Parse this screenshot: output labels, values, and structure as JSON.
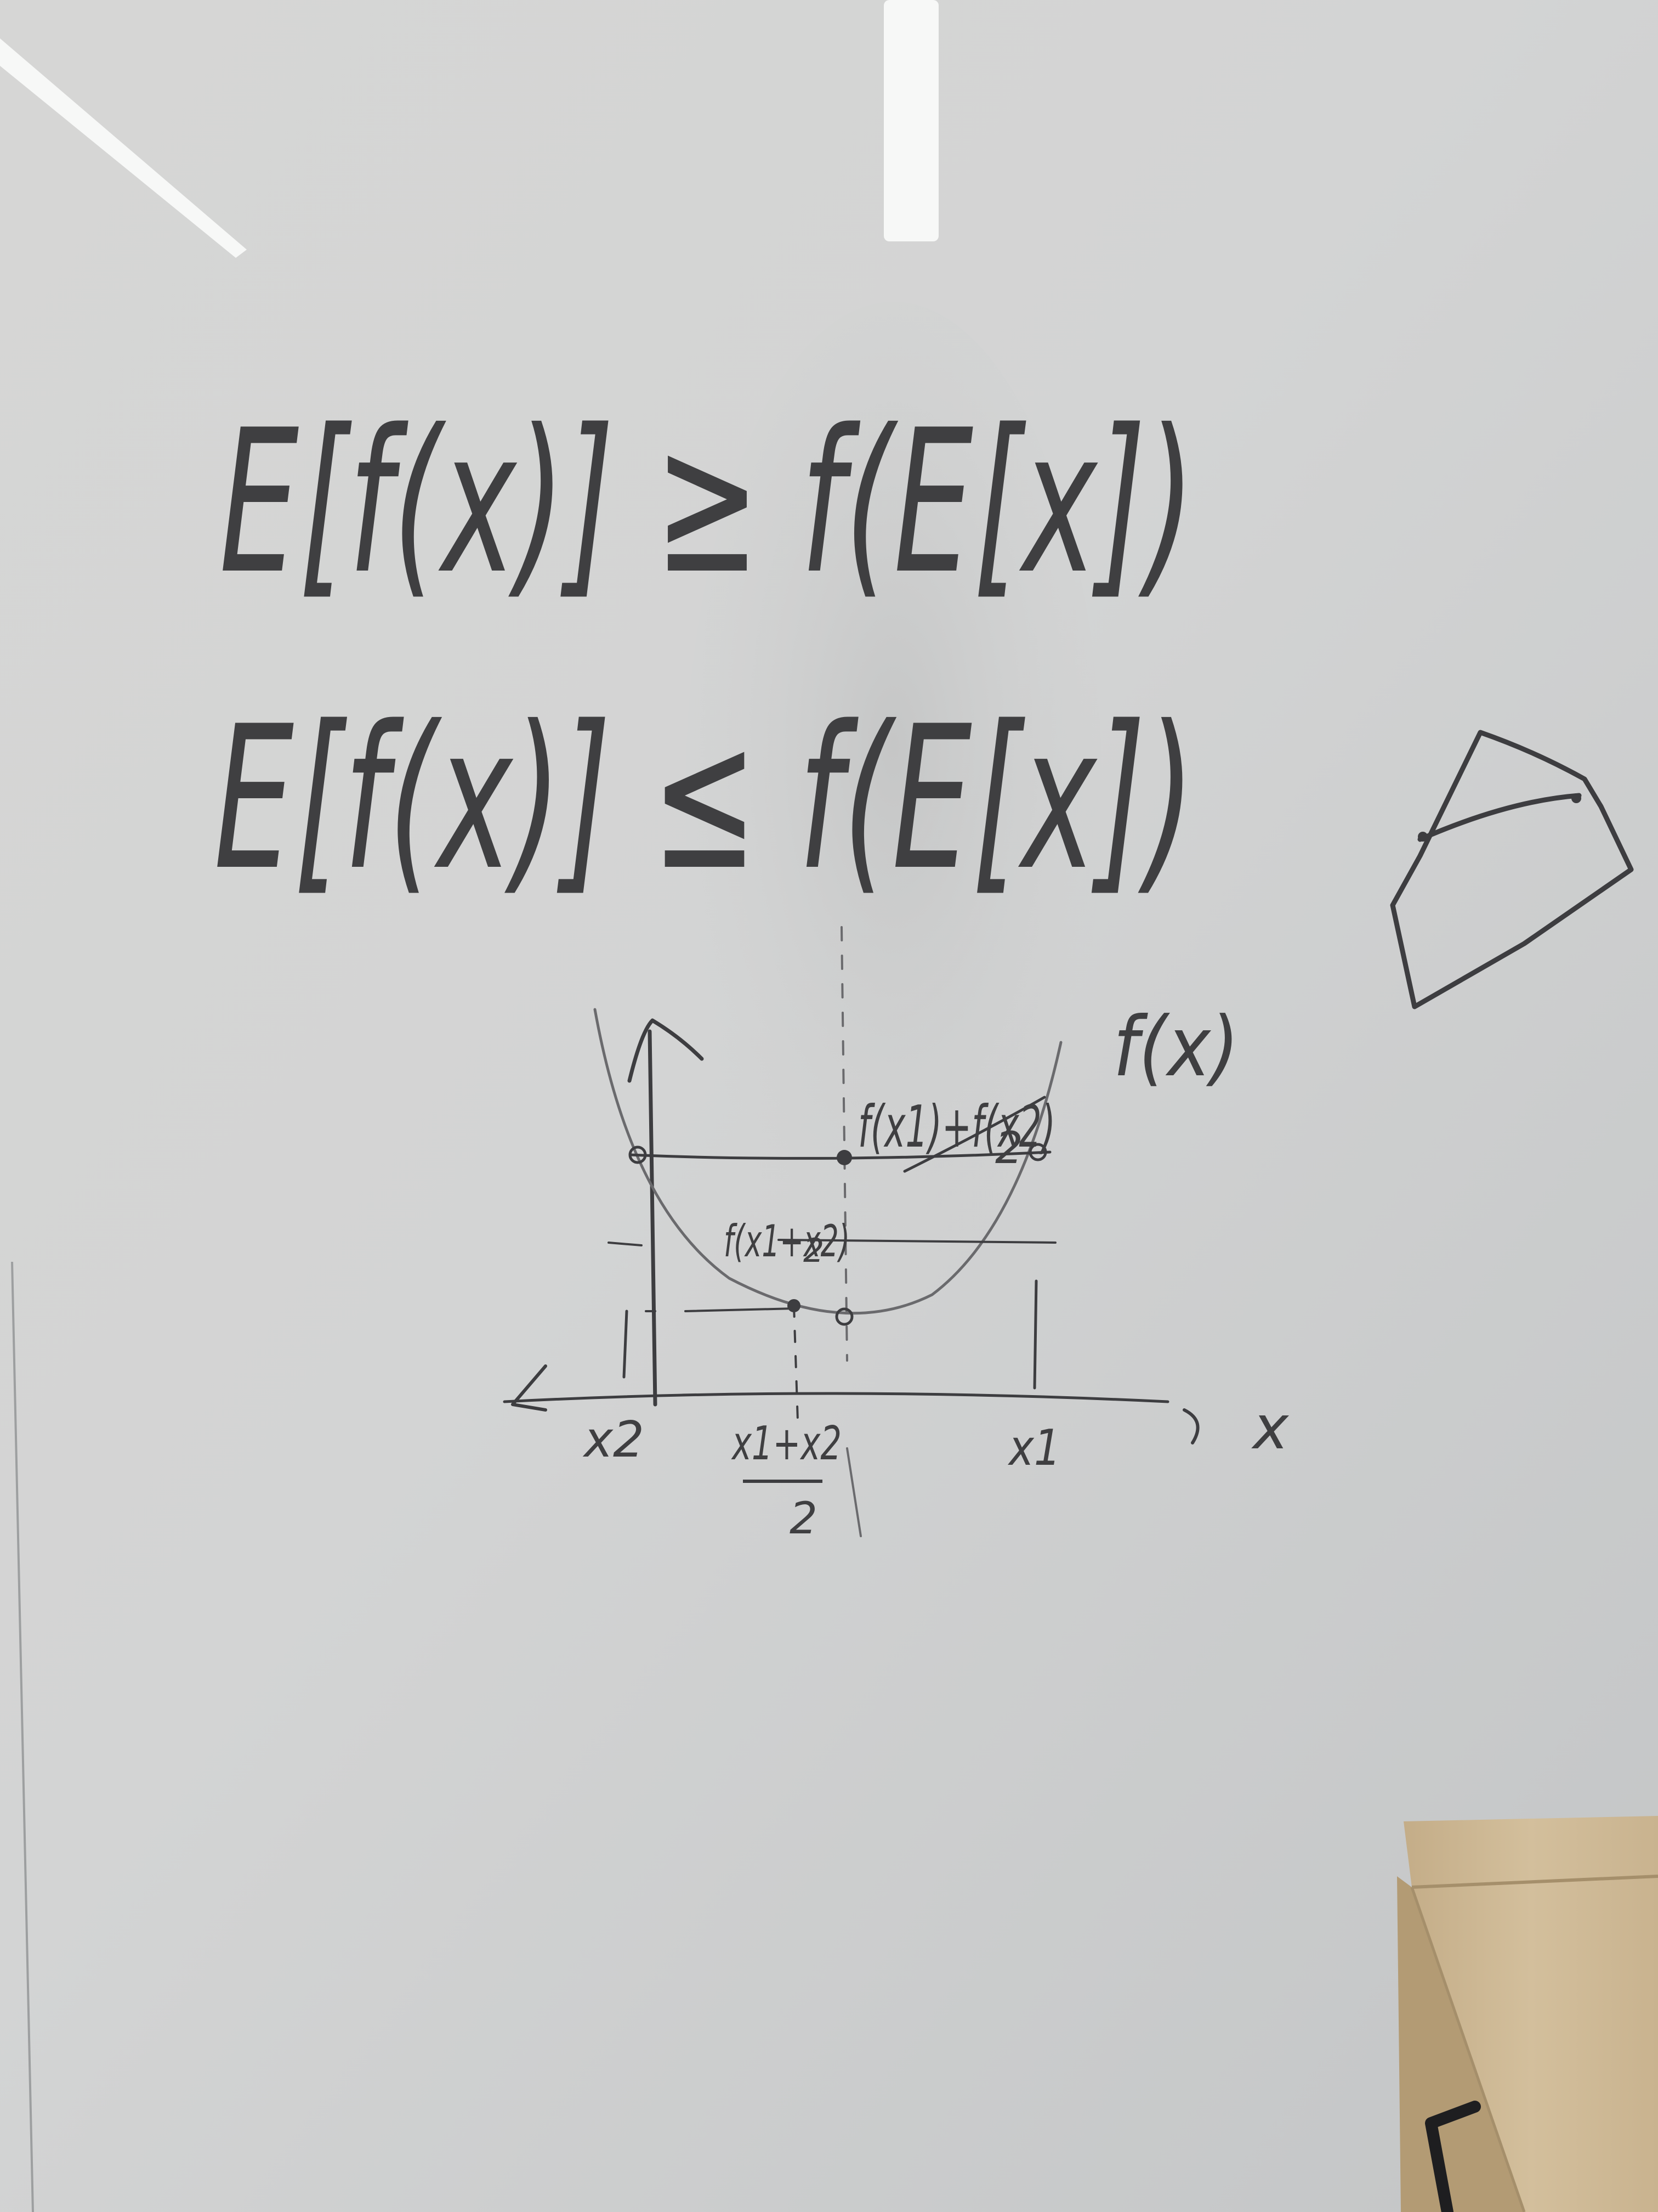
{
  "board": {
    "equations": [
      "E[f(x)] ≥ f(E[x])",
      "E[f(x)] ≤ f(E[x])"
    ],
    "graph": {
      "curve_label": "f(x)",
      "chord_label": "f(x1)+f(x2)",
      "chord_denominator": "2",
      "midpoint_value_label": "f(x1+x2)",
      "midpoint_value_denominator": "2",
      "x_axis_label": "x",
      "x2_label": "x2",
      "x1_label": "x1",
      "mid_numerator": "x1+x2",
      "mid_denominator": "2"
    }
  },
  "colors": {
    "board": "#d4d5d5",
    "ink": "#3d3d40",
    "light_strip": "#f6f7f6",
    "cabinet_wood": "#cdb794"
  }
}
